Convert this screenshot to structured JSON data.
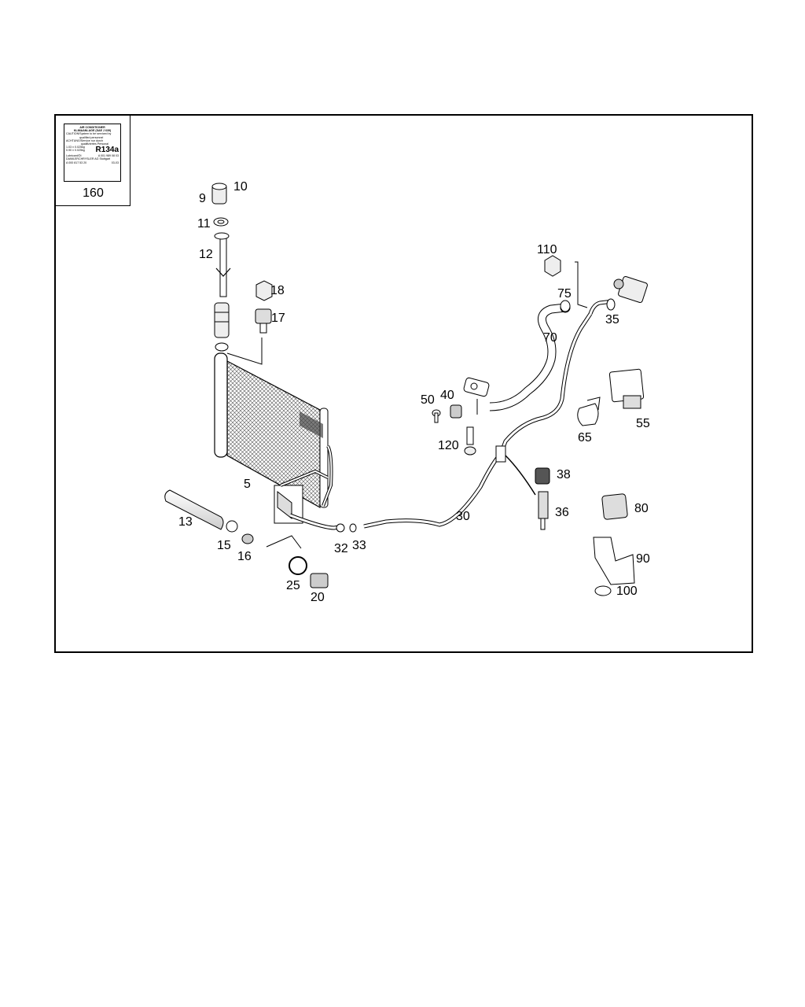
{
  "label": {
    "number": "160",
    "line1": "AIR CONDITIONER",
    "line2": "KLIMAANLAGE  (SAE  J  639)",
    "caution": "CAUTION!",
    "caution_text": "System to be serviced by qualified personnel",
    "achtung": "ACHTUNG!",
    "achtung_text": "Service nur durch qualifiziertes Personal",
    "fill1": "1.03 ± 0.025kg",
    "fill2": "0.90 ± 0.025kg",
    "refrigerant": "R134a",
    "lubricant": "Lubricant/Öl",
    "lubricant_val": "A 001 989 08 03",
    "maker": "DAIMLERCHRYSLER AG Stuttgart",
    "partno": "A 000 817 53 20",
    "code": "03-03"
  },
  "callouts": [
    "9",
    "10",
    "11",
    "12",
    "18",
    "17",
    "5",
    "13",
    "15",
    "16",
    "25",
    "20",
    "32",
    "33",
    "30",
    "110",
    "75",
    "35",
    "70",
    "50",
    "40",
    "120",
    "65",
    "55",
    "38",
    "36",
    "80",
    "90",
    "100"
  ]
}
